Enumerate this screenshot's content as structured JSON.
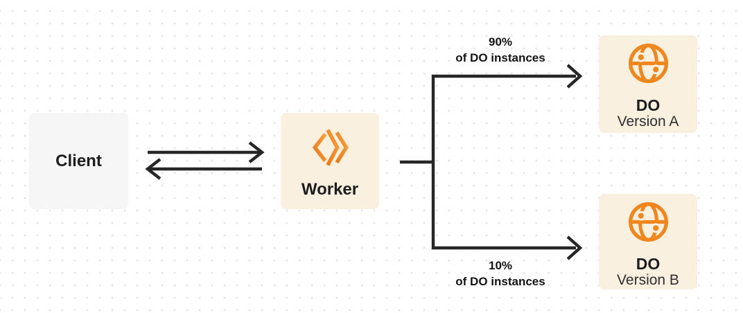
{
  "canvas": {
    "background_color": "#ffffff",
    "dot_grid_color": "#e4e4e4"
  },
  "colors": {
    "accent_orange": "#f0861e",
    "box_cream": "#faf0e0",
    "box_gray": "#f6f6f7",
    "line_dark": "#262626",
    "text_dark": "#1d1d1d"
  },
  "nodes": {
    "client": {
      "label": "Client"
    },
    "worker": {
      "label": "Worker",
      "icon": "cloudflare-workers-icon"
    },
    "do_version_a": {
      "label": "DO",
      "sublabel": "Version A",
      "icon": "globe-icon"
    },
    "do_version_b": {
      "label": "DO",
      "sublabel": "Version B",
      "icon": "globe-icon"
    }
  },
  "edges": {
    "client_worker": {
      "type": "bidirectional-arrows"
    },
    "worker_do_a": {
      "label_percent": "90%",
      "label_text": "of DO instances"
    },
    "worker_do_b": {
      "label_percent": "10%",
      "label_text": "of DO instances"
    }
  }
}
